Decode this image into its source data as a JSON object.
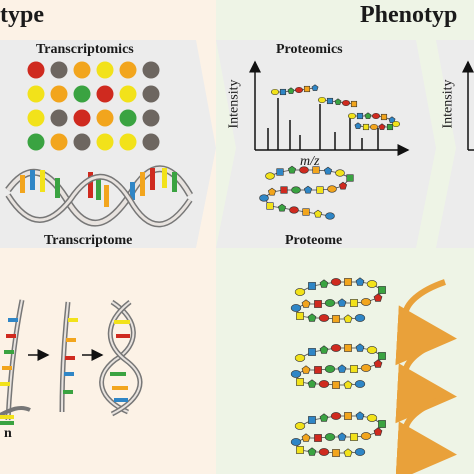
{
  "headers": {
    "left": "type",
    "right": "Phenotyp"
  },
  "panels": {
    "transcriptomics": {
      "title": "Transcriptomics",
      "caption": "Transcriptome",
      "dot_grid": [
        [
          "red",
          "gray",
          "orange",
          "yellow",
          "orange",
          "gray"
        ],
        [
          "yellow",
          "orange",
          "green",
          "red",
          "yellow",
          "gray"
        ],
        [
          "yellow",
          "gray",
          "red",
          "orange",
          "green",
          "gray"
        ],
        [
          "green",
          "orange",
          "gray",
          "yellow",
          "yellow",
          "gray"
        ]
      ]
    },
    "proteomics": {
      "title": "Proteomics",
      "caption": "Proteome",
      "ylabel": "Intensity",
      "xlabel": "m/z"
    },
    "next_panel": {
      "ylabel": "Intensity"
    },
    "bottom_left": {
      "caption_fragment": "n"
    }
  },
  "colors": {
    "red": "#cf2a1f",
    "gray": "#6d6660",
    "orange": "#f2a51d",
    "yellow": "#f2e21a",
    "green": "#3aa341",
    "blue": "#2f86c6",
    "arrow_orange": "#e9a13a",
    "panel_left_bg": "#fcf2e6",
    "panel_right_bg": "#eef4e6",
    "panel_arrow_bg": "#ececec"
  }
}
